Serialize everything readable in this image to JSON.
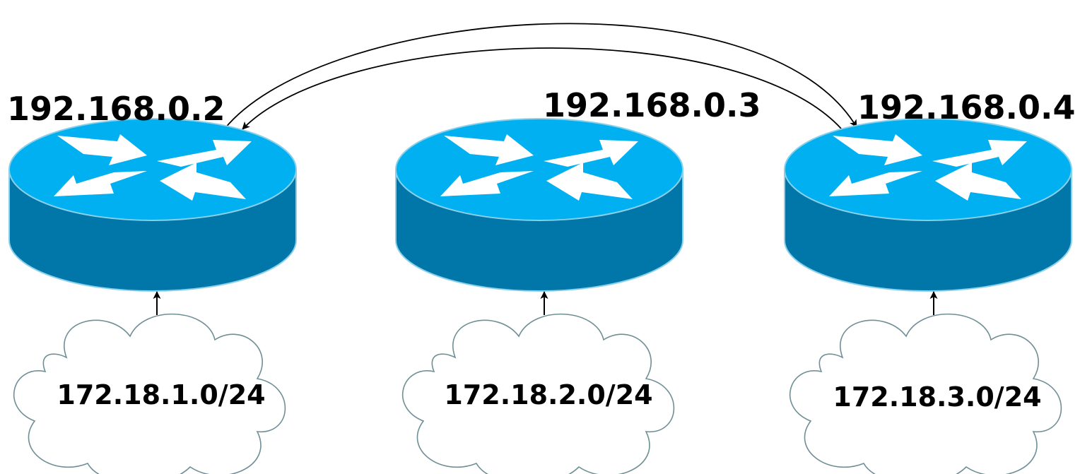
{
  "routers": [
    {
      "ip": "192.168.0.2",
      "network": "172.18.1.0/24"
    },
    {
      "ip": "192.168.0.3",
      "network": "172.18.2.0/24"
    },
    {
      "ip": "192.168.0.4",
      "network": "172.18.3.0/24"
    }
  ],
  "colors": {
    "router_top": "#00b0f0",
    "router_side": "#0077a8",
    "router_outline": "#8ad0ea",
    "arrow_fill": "#ffffff",
    "cloud_outline": "#6f8f96",
    "line": "#000000"
  },
  "icons": [
    "router-icon",
    "cloud-icon"
  ]
}
